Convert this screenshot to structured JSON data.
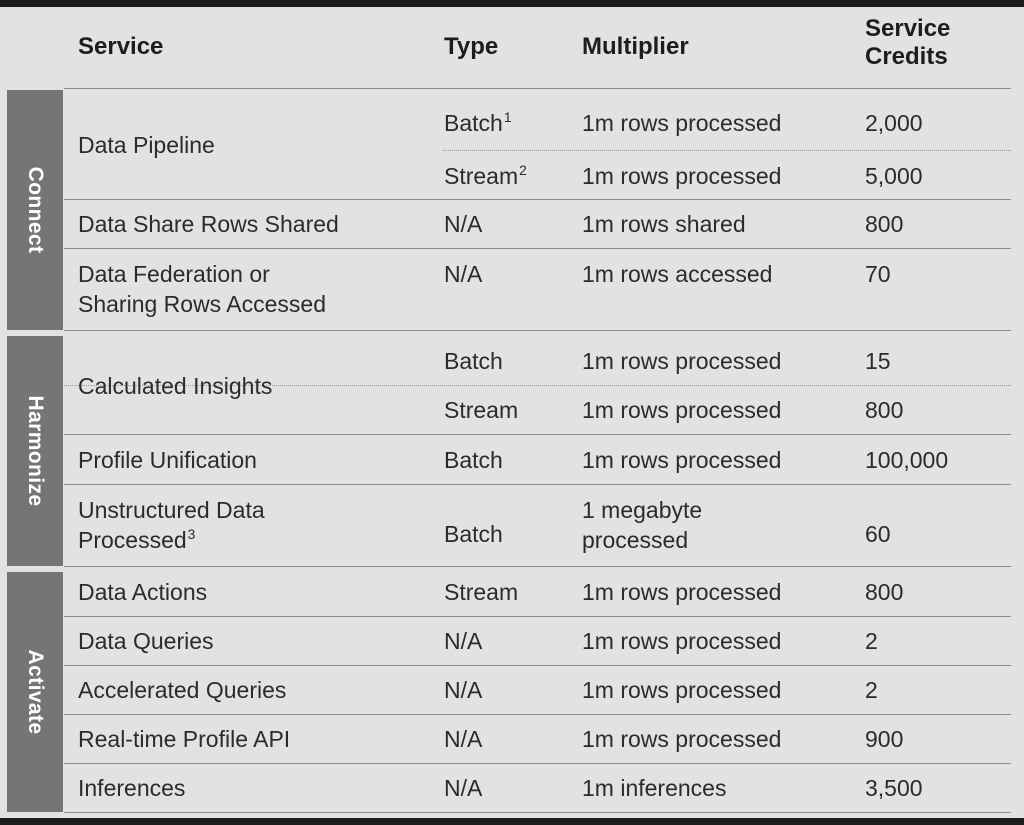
{
  "table": {
    "columns": [
      "Service",
      "Type",
      "Multiplier",
      "Service Credits"
    ],
    "header": {
      "service": "Service",
      "type": "Type",
      "multiplier": "Multiplier",
      "credits_line1": "Service",
      "credits_line2": "Credits"
    },
    "sections": [
      {
        "label": "Connect",
        "rows": [
          {
            "service": "Data Pipeline",
            "subrows": [
              {
                "type": "Batch",
                "type_sup": "1",
                "multiplier": "1m rows processed",
                "credits": "2,000"
              },
              {
                "type": "Stream",
                "type_sup": "2",
                "multiplier": "1m rows processed",
                "credits": "5,000"
              }
            ]
          },
          {
            "service": "Data Share Rows Shared",
            "subrows": [
              {
                "type": "N/A",
                "type_sup": "",
                "multiplier": "1m rows shared",
                "credits": "800"
              }
            ]
          },
          {
            "service": "Data Federation or Sharing Rows Accessed",
            "service_line1": "Data Federation or",
            "service_line2": "Sharing Rows Accessed",
            "subrows": [
              {
                "type": "N/A",
                "type_sup": "",
                "multiplier": "1m rows accessed",
                "credits": "70"
              }
            ]
          }
        ]
      },
      {
        "label": "Harmonize",
        "rows": [
          {
            "service": "Calculated Insights",
            "subrows": [
              {
                "type": "Batch",
                "type_sup": "",
                "multiplier": "1m rows processed",
                "credits": "15"
              },
              {
                "type": "Stream",
                "type_sup": "",
                "multiplier": "1m rows processed",
                "credits": "800"
              }
            ]
          },
          {
            "service": "Profile Unification",
            "subrows": [
              {
                "type": "Batch",
                "type_sup": "",
                "multiplier": "1m rows processed",
                "credits": "100,000"
              }
            ]
          },
          {
            "service": "Unstructured Data Processed",
            "service_line1": "Unstructured Data",
            "service_line2": "Processed",
            "service_sup": "3",
            "subrows": [
              {
                "type": "Batch",
                "type_sup": "",
                "multiplier": "1 megabyte processed",
                "mult_line1": "1 megabyte",
                "mult_line2": "processed",
                "credits": "60"
              }
            ]
          }
        ]
      },
      {
        "label": "Activate",
        "rows": [
          {
            "service": "Data Actions",
            "subrows": [
              {
                "type": "Stream",
                "type_sup": "",
                "multiplier": "1m rows processed",
                "credits": "800"
              }
            ]
          },
          {
            "service": "Data Queries",
            "subrows": [
              {
                "type": "N/A",
                "type_sup": "",
                "multiplier": "1m rows processed",
                "credits": "2"
              }
            ]
          },
          {
            "service": "Accelerated Queries",
            "subrows": [
              {
                "type": "N/A",
                "type_sup": "",
                "multiplier": "1m rows processed",
                "credits": "2"
              }
            ]
          },
          {
            "service": "Real-time Profile API",
            "subrows": [
              {
                "type": "N/A",
                "type_sup": "",
                "multiplier": "1m rows processed",
                "credits": "900"
              }
            ]
          },
          {
            "service": "Inferences",
            "subrows": [
              {
                "type": "N/A",
                "type_sup": "",
                "multiplier": "1m inferences",
                "credits": "3,500"
              }
            ]
          }
        ]
      }
    ]
  },
  "colors": {
    "band": "#757575",
    "canvas": "#e2e2e2",
    "rule": "#8e8e8e",
    "text": "#2b2b2b",
    "header_text": "#1d1d1d",
    "edge_bar": "#1c1c1c"
  }
}
